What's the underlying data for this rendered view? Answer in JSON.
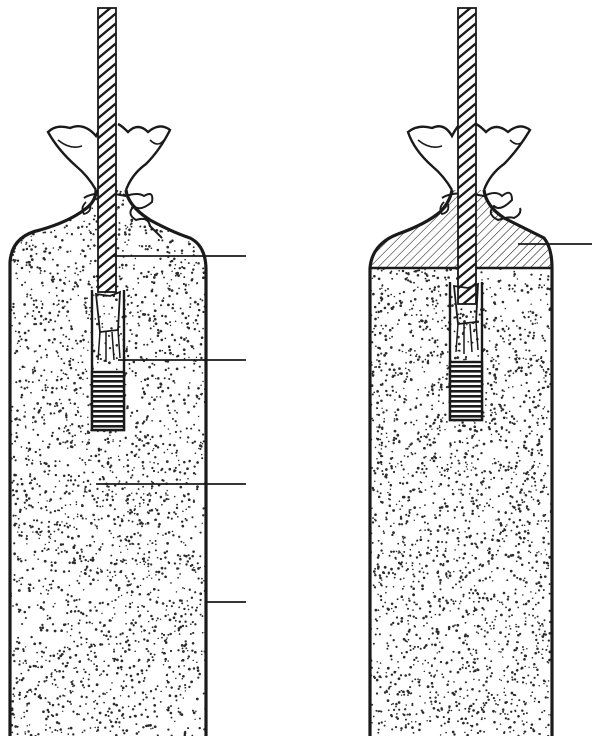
{
  "figure": {
    "panels": [
      {
        "id": "left",
        "fill_pattern": "stipple",
        "top_layer": "none",
        "leader_lines": 4
      },
      {
        "id": "right",
        "fill_pattern": "stipple",
        "top_layer": "hatched",
        "leader_lines": 1
      }
    ],
    "colors": {
      "ink": "#1a1a1a",
      "paper": "#ffffff",
      "dot": "#2a2a2a"
    }
  }
}
